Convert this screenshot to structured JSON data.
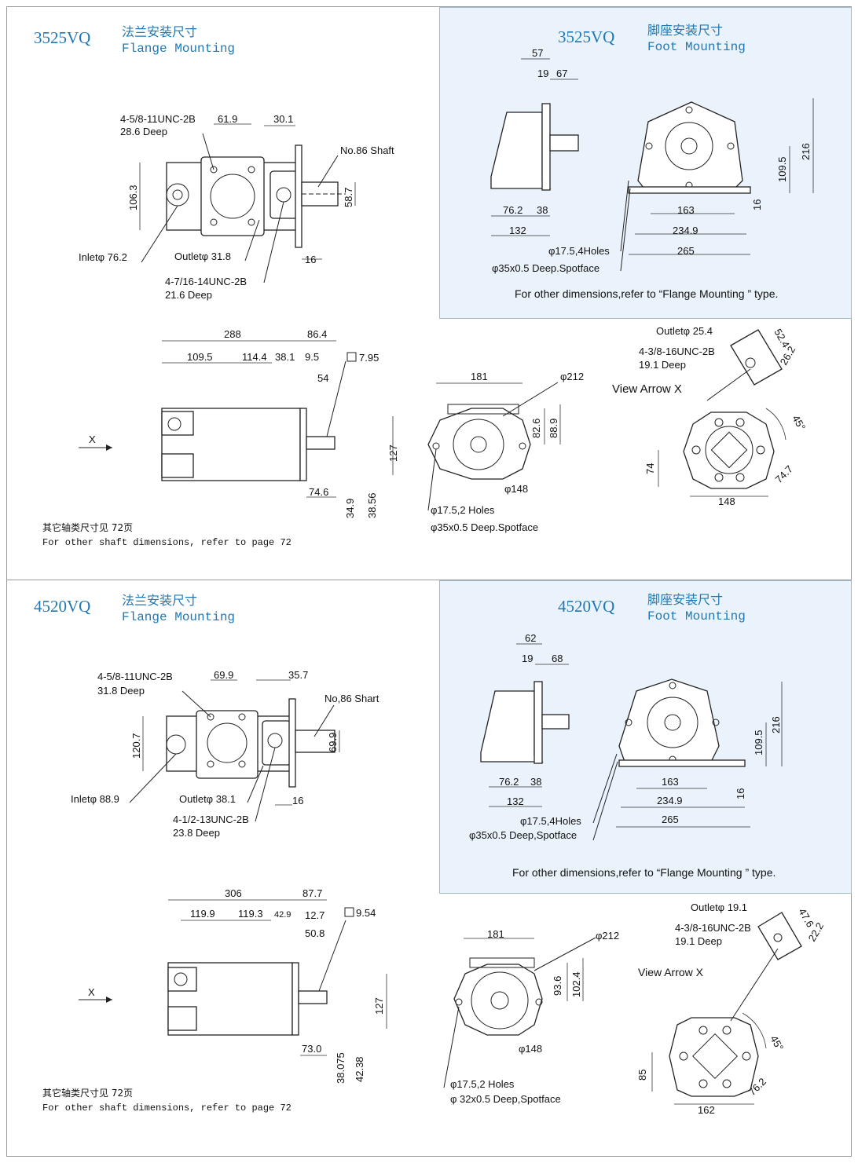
{
  "section1": {
    "flange": {
      "model": "3525VQ",
      "title_cn": "法兰安装尺寸",
      "title_en": "Flange Mounting",
      "labels": {
        "bolt_thread": "4-5/8-11UNC-2B",
        "bolt_depth": "28.6 Deep",
        "d1": "61.9",
        "d2": "30.1",
        "shaft": "No.86 Shaft",
        "h1": "106.3",
        "h2": "58.7",
        "inlet": "Inletφ 76.2",
        "outlet": "Outletφ 31.8",
        "d3": "16",
        "port_thread": "4-7/16-14UNC-2B",
        "port_depth": "21.6 Deep"
      }
    },
    "foot": {
      "model": "3525VQ",
      "title_cn": "脚座安装尺寸",
      "title_en": "Foot Mounting",
      "labels": {
        "a": "57",
        "b": "19",
        "c": "67",
        "h1": "216",
        "h2": "109.5",
        "h3": "16",
        "w1": "76.2",
        "w2": "38",
        "w3": "132",
        "w4": "163",
        "w5": "234.9",
        "w6": "265",
        "holes": "φ17.5,4Holes",
        "spot": "φ35x0.5 Deep.Spotface"
      },
      "note": "For other  dimensions,refer to  “Flange Mounting ” type."
    },
    "side": {
      "labels": {
        "l1": "288",
        "l2": "86.4",
        "l3": "109.5",
        "l4": "114.4",
        "l5": "38.1",
        "l6": "9.5",
        "key": "7.95",
        "l7": "54",
        "l8": "74.6",
        "d1": "34.9",
        "d2": "38.56",
        "d3": "127",
        "arrow": "X"
      }
    },
    "front": {
      "labels": {
        "w": "181",
        "dia": "φ212",
        "h1": "82.6",
        "h2": "88.9",
        "pcd": "φ148",
        "holes": "φ17.5,2 Holes",
        "spot": "φ35x0.5 Deep.Spotface"
      }
    },
    "viewx": {
      "labels": {
        "outlet": "Outletφ 25.4",
        "thread": "4-3/8-16UNC-2B",
        "depth": "19.1 Deep",
        "title": "View Arrow X",
        "a": "52.4",
        "b": "26.2",
        "angle": "45°",
        "h": "74",
        "d": "74.7",
        "w": "148"
      }
    },
    "note_cn": "其它轴类尺寸见 72页",
    "note_en": "For other shaft dimensions, refer to page 72"
  },
  "section2": {
    "flange": {
      "model": "4520VQ",
      "title_cn": "法兰安装尺寸",
      "title_en": "Flange Mounting",
      "labels": {
        "bolt_thread": "4-5/8-11UNC-2B",
        "bolt_depth": "31.8 Deep",
        "d1": "69.9",
        "d2": "35.7",
        "shaft": "No,86 Shart",
        "h1": "120.7",
        "h2": "69.9",
        "inlet": "Inletφ 88.9",
        "outlet": "Outletφ 38.1",
        "d3": "16",
        "port_thread": "4-1/2-13UNC-2B",
        "port_depth": "23.8 Deep"
      }
    },
    "foot": {
      "model": "4520VQ",
      "title_cn": "脚座安装尺寸",
      "title_en": "Foot Mounting",
      "labels": {
        "a": "62",
        "b": "19",
        "c": "68",
        "h1": "216",
        "h2": "109.5",
        "h3": "16",
        "w1": "76.2",
        "w2": "38",
        "w3": "132",
        "w4": "163",
        "w5": "234.9",
        "w6": "265",
        "holes": "φ17.5,4Holes",
        "spot": "φ35x0.5 Deep,Spotface"
      },
      "note": "For other  dimensions,refer to  “Flange Mounting ” type."
    },
    "side": {
      "labels": {
        "l1": "306",
        "l2": "87.7",
        "l3": "119.9",
        "l4": "119.3",
        "l5": "42.9",
        "l6": "12.7",
        "key": "9.54",
        "l7": "50.8",
        "l8": "73.0",
        "d1": "38.075",
        "d2": "42.38",
        "d3": "127",
        "arrow": "X"
      }
    },
    "front": {
      "labels": {
        "w": "181",
        "dia": "φ212",
        "h1": "93.6",
        "h2": "102.4",
        "pcd": "φ148",
        "holes": "φ17.5,2 Holes",
        "spot": "φ 32x0.5 Deep,Spotface"
      }
    },
    "viewx": {
      "labels": {
        "outlet": "Outletφ 19.1",
        "thread": "4-3/8-16UNC-2B",
        "depth": "19.1 Deep",
        "title": "View Arrow X",
        "a": "47.6",
        "b": "22.2",
        "angle": "45°",
        "h": "85",
        "d": "76.2",
        "w": "162"
      }
    },
    "note_cn": "其它轴类尺寸见 72页",
    "note_en": "For other shaft dimensions, refer to page 72"
  }
}
